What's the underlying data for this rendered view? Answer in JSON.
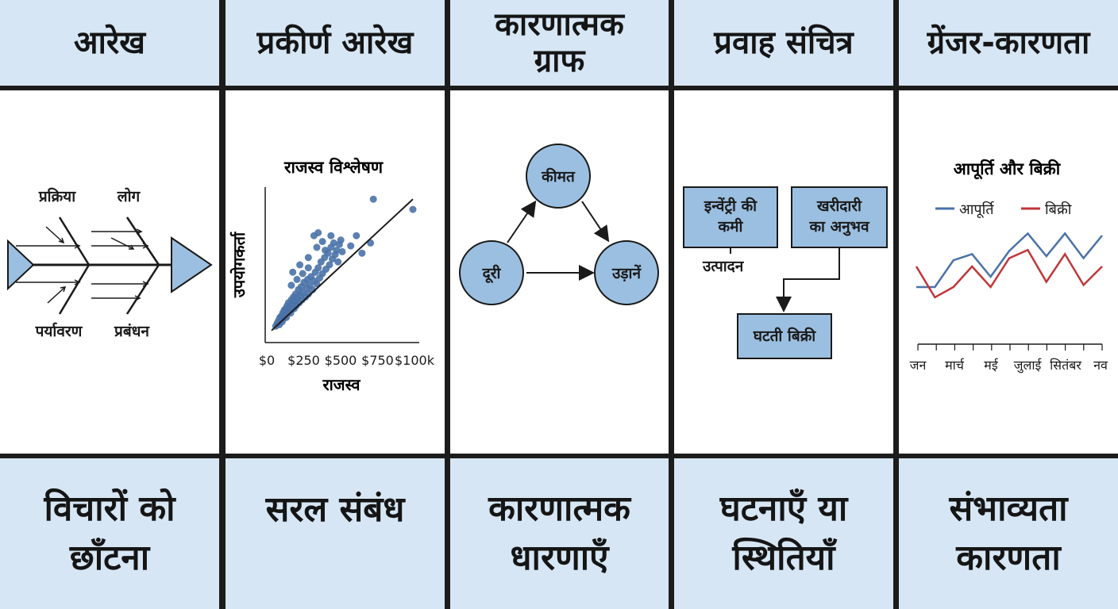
{
  "columns": [
    {
      "header": "आरेख",
      "footer": "विचारों को छाँटना"
    },
    {
      "header": "प्रकीर्ण आरेख",
      "footer": "सरल संबंध"
    },
    {
      "header": "कारणात्मक ग्राफ",
      "footer": "कारणात्मक धारणाएँ"
    },
    {
      "header": "प्रवाह संचित्र",
      "footer": "घटनाएँ या स्थितियाँ"
    },
    {
      "header": "ग्रेंजर-कारणता",
      "footer": "संभाव्यता कारणता"
    }
  ],
  "fishbone": {
    "labels": [
      "प्रक्रिया",
      "लोग",
      "पर्यावरण",
      "प्रबंधन"
    ]
  },
  "causal_graph": {
    "nodes": [
      "कीमत",
      "दूरी",
      "उड़ानें"
    ]
  },
  "flowchart": {
    "box1": "इन्वेंट्री की कमी",
    "box2": "खरीदारी का अनुभव",
    "note": "उत्पादन",
    "result": "घटती बिक्री"
  },
  "colors": {
    "panel_blue": "#d6e6f4",
    "fill_blue": "#9bbfe0",
    "supply": "#4a72a8",
    "sales": "#c0373a"
  },
  "chart_data": [
    {
      "type": "scatter",
      "title": "राजस्व विश्लेषण",
      "xlabel": "राजस्व",
      "ylabel": "उपयोगकर्ता",
      "xticks": [
        "$0",
        "$250",
        "$500",
        "$750",
        "$100k"
      ],
      "xlim": [
        0,
        1000
      ],
      "ylim": [
        0,
        100
      ],
      "points": [
        [
          30,
          8
        ],
        [
          40,
          10
        ],
        [
          50,
          12
        ],
        [
          55,
          9
        ],
        [
          60,
          14
        ],
        [
          70,
          15
        ],
        [
          75,
          11
        ],
        [
          80,
          17
        ],
        [
          85,
          13
        ],
        [
          90,
          19
        ],
        [
          95,
          16
        ],
        [
          100,
          20
        ],
        [
          105,
          14
        ],
        [
          110,
          22
        ],
        [
          115,
          18
        ],
        [
          120,
          24
        ],
        [
          125,
          19
        ],
        [
          130,
          21
        ],
        [
          135,
          17
        ],
        [
          140,
          26
        ],
        [
          150,
          23
        ],
        [
          155,
          28
        ],
        [
          160,
          20
        ],
        [
          165,
          25
        ],
        [
          170,
          30
        ],
        [
          175,
          22
        ],
        [
          180,
          27
        ],
        [
          190,
          33
        ],
        [
          195,
          24
        ],
        [
          200,
          29
        ],
        [
          210,
          35
        ],
        [
          215,
          26
        ],
        [
          220,
          31
        ],
        [
          230,
          38
        ],
        [
          240,
          28
        ],
        [
          250,
          34
        ],
        [
          255,
          40
        ],
        [
          260,
          30
        ],
        [
          270,
          36
        ],
        [
          280,
          42
        ],
        [
          290,
          33
        ],
        [
          300,
          39
        ],
        [
          310,
          45
        ],
        [
          320,
          37
        ],
        [
          330,
          48
        ],
        [
          340,
          41
        ],
        [
          350,
          52
        ],
        [
          360,
          44
        ],
        [
          375,
          55
        ],
        [
          385,
          47
        ],
        [
          400,
          58
        ],
        [
          410,
          50
        ],
        [
          420,
          62
        ],
        [
          430,
          54
        ],
        [
          440,
          65
        ],
        [
          450,
          57
        ],
        [
          460,
          60
        ],
        [
          470,
          52
        ],
        [
          480,
          64
        ],
        [
          490,
          67
        ],
        [
          500,
          59
        ],
        [
          150,
          45
        ],
        [
          200,
          50
        ],
        [
          260,
          55
        ],
        [
          320,
          62
        ],
        [
          360,
          66
        ],
        [
          420,
          70
        ],
        [
          330,
          72
        ],
        [
          380,
          60
        ],
        [
          560,
          63
        ],
        [
          600,
          70
        ],
        [
          640,
          58
        ],
        [
          700,
          65
        ],
        [
          720,
          95
        ],
        [
          1000,
          88
        ],
        [
          260,
          48
        ],
        [
          300,
          70
        ],
        [
          180,
          40
        ],
        [
          140,
          36
        ],
        [
          220,
          44
        ]
      ],
      "trendline": [
        [
          0,
          5
        ],
        [
          1000,
          95
        ]
      ]
    },
    {
      "type": "line",
      "title": "आपूर्ति और बिक्री",
      "categories": [
        "जन",
        "मार्च",
        "मई",
        "जुलाई",
        "सितंबर",
        "नव"
      ],
      "ylim": [
        0,
        100
      ],
      "series": [
        {
          "name": "आपूर्ति",
          "values": [
            40,
            40,
            66,
            72,
            50,
            75,
            92,
            70,
            92,
            68,
            90
          ]
        },
        {
          "name": "बिक्री",
          "values": [
            60,
            30,
            40,
            60,
            40,
            68,
            76,
            45,
            72,
            42,
            60
          ]
        }
      ]
    }
  ]
}
